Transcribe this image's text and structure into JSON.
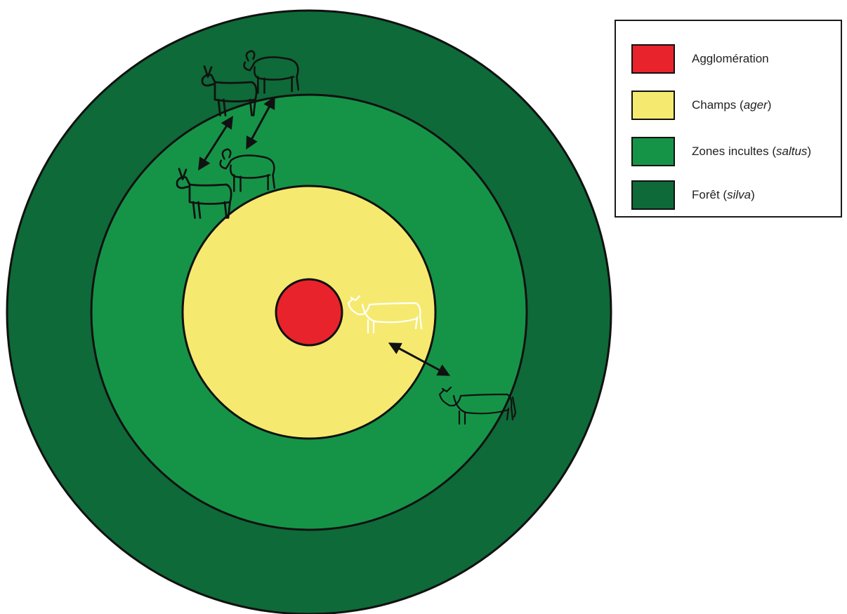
{
  "zones": [
    {
      "id": "agglomeration",
      "color": "#e8232b",
      "label": "Agglomération",
      "latin": ""
    },
    {
      "id": "champs",
      "color": "#f5ea6f",
      "label": "Champs (",
      "latin": "ager",
      "suffix": ")"
    },
    {
      "id": "zones-incultes",
      "color": "#159448",
      "label": "Zones incultes (",
      "latin": "saltus",
      "suffix": ")"
    },
    {
      "id": "foret",
      "color": "#0e6a38",
      "label": "Forêt (",
      "latin": "silva",
      "suffix": ")"
    }
  ],
  "animals": [
    {
      "kind": "goat-icon",
      "zone": "silva"
    },
    {
      "kind": "sheep-icon",
      "zone": "silva"
    },
    {
      "kind": "goat-icon",
      "zone": "saltus"
    },
    {
      "kind": "sheep-icon",
      "zone": "saltus"
    },
    {
      "kind": "cow-icon",
      "zone": "ager"
    },
    {
      "kind": "cow-icon",
      "zone": "saltus"
    }
  ]
}
